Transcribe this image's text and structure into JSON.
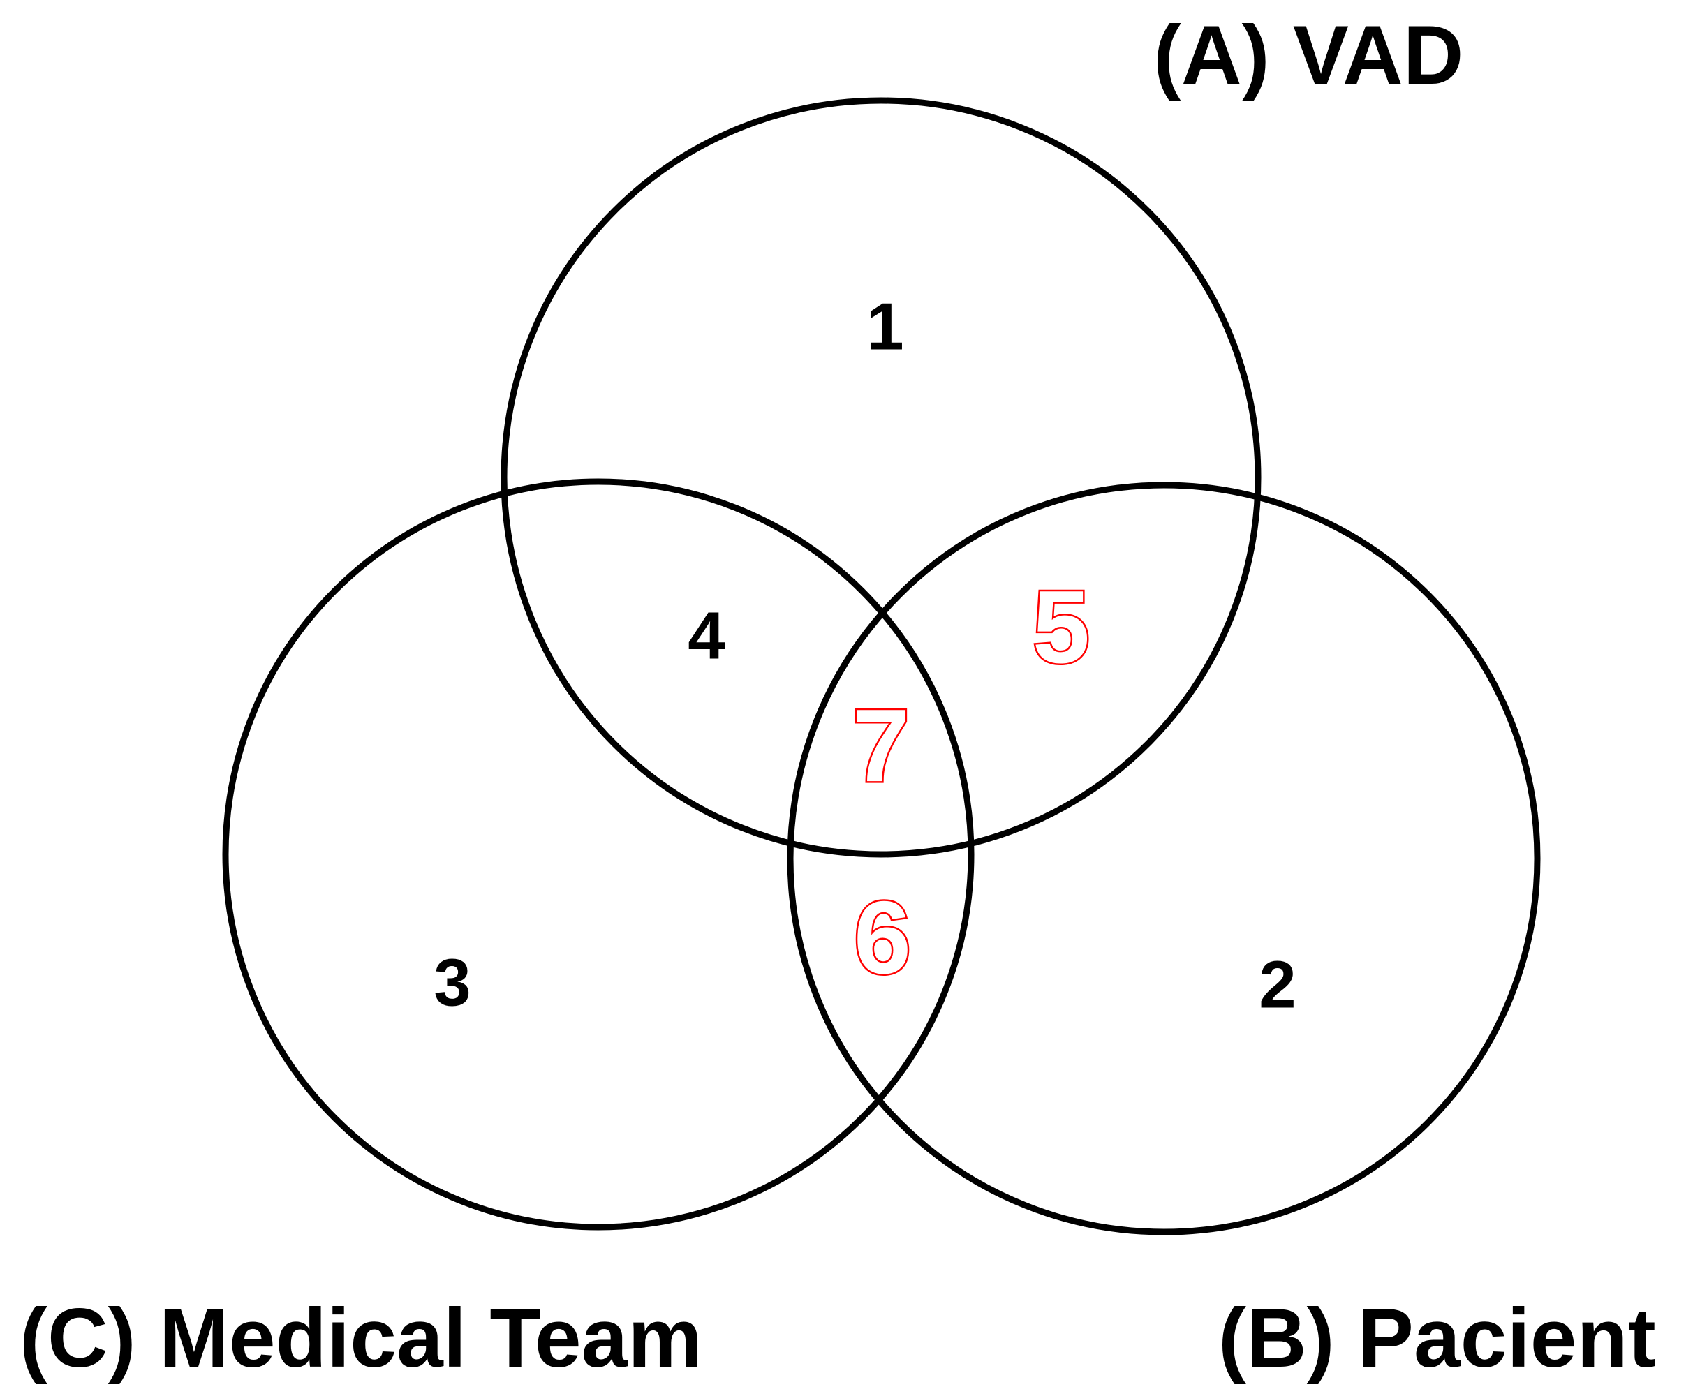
{
  "sets": [
    {
      "id": "A",
      "label": "(A) VAD"
    },
    {
      "id": "B",
      "label": "(B) Pacient"
    },
    {
      "id": "C",
      "label": "(C) Medical Team"
    }
  ],
  "regions": [
    {
      "label": "1",
      "sets": [
        "A"
      ],
      "highlighted": false
    },
    {
      "label": "2",
      "sets": [
        "B"
      ],
      "highlighted": false
    },
    {
      "label": "3",
      "sets": [
        "C"
      ],
      "highlighted": false
    },
    {
      "label": "4",
      "sets": [
        "A",
        "C"
      ],
      "highlighted": false
    },
    {
      "label": "5",
      "sets": [
        "A",
        "B"
      ],
      "highlighted": true
    },
    {
      "label": "6",
      "sets": [
        "B",
        "C"
      ],
      "highlighted": true
    },
    {
      "label": "7",
      "sets": [
        "A",
        "B",
        "C"
      ],
      "highlighted": true
    }
  ],
  "colors": {
    "outline": "#000000",
    "highlight": "#ff0000",
    "text": "#000000",
    "background": "#ffffff"
  }
}
